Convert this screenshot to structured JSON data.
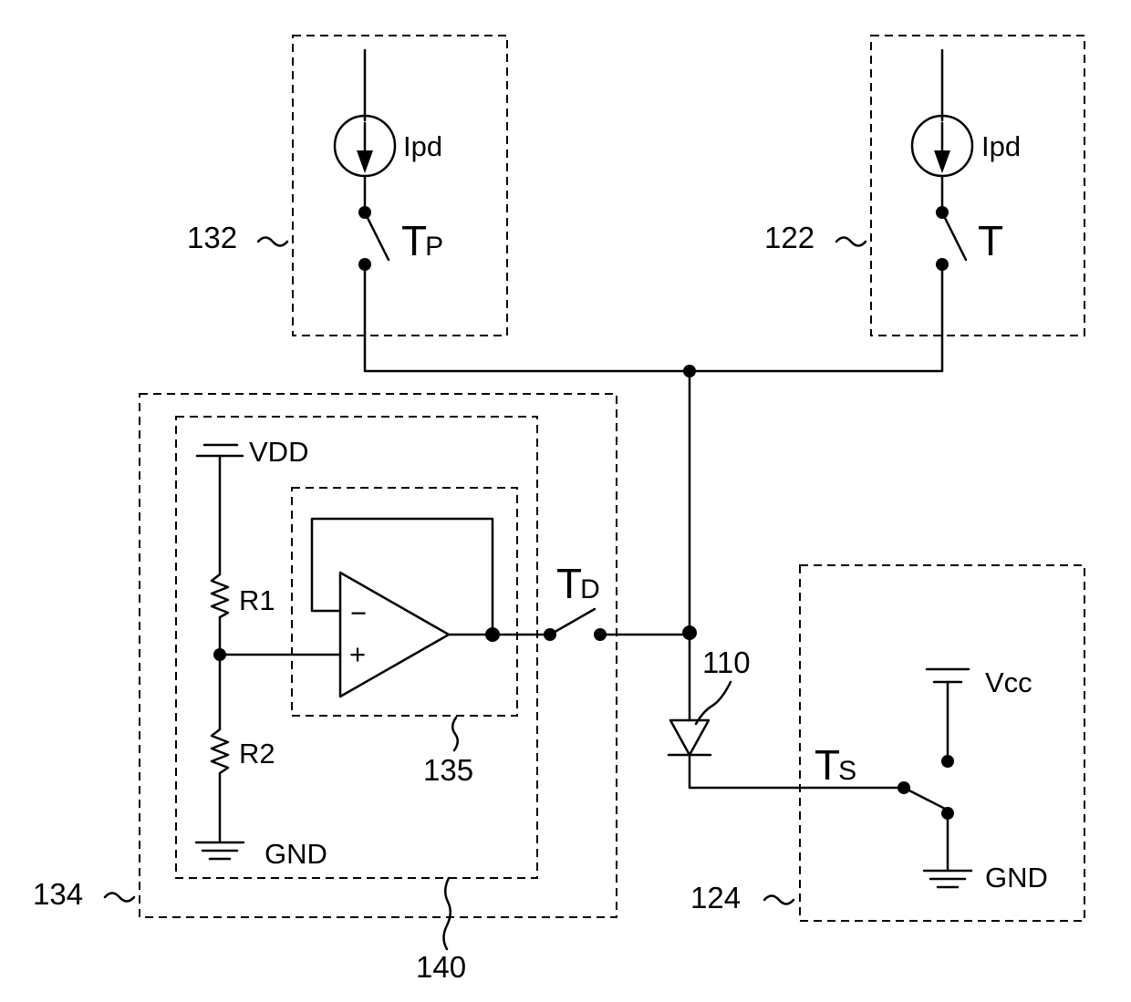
{
  "refs": {
    "box_132": "132",
    "box_122": "122",
    "box_134": "134",
    "box_140": "140",
    "box_135": "135",
    "box_124": "124",
    "diode_110": "110"
  },
  "labels": {
    "ipd_left": "Ipd",
    "ipd_right": "Ipd",
    "switch_tp_main": "T",
    "switch_tp_sub": "P",
    "switch_t": "T",
    "switch_td_main": "T",
    "switch_td_sub": "D",
    "switch_ts_main": "T",
    "switch_ts_sub": "S",
    "vdd": "VDD",
    "r1": "R1",
    "r2": "R2",
    "gnd_left": "GND",
    "gnd_right": "GND",
    "vcc": "Vcc",
    "opamp_minus": "−",
    "opamp_plus": "+"
  },
  "colors": {
    "line": "#000000",
    "background": "#ffffff"
  }
}
